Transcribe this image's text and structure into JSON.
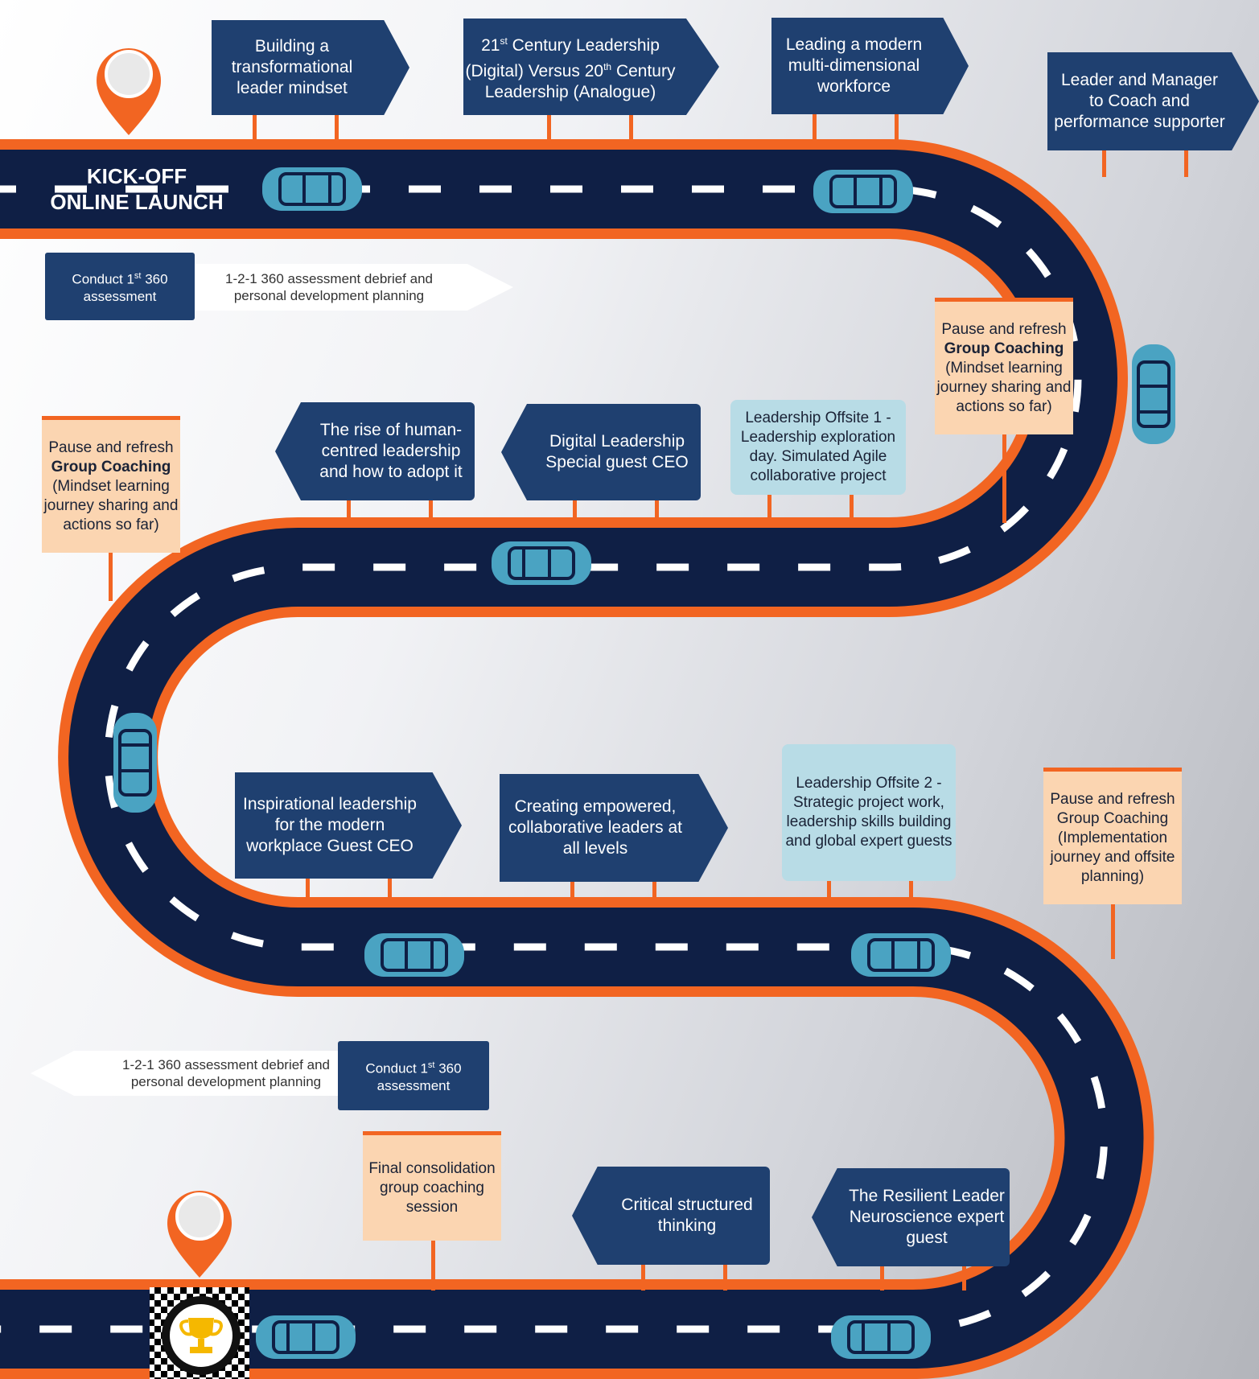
{
  "start": {
    "line1": "KICK-OFF",
    "line2": "ONLINE LAUNCH"
  },
  "row1_signs": [
    "Building a\ntransformational\nleader mindset",
    "21st Century Leadership\n(Digital) Versus 20th Century\nLeadership (Analogue)",
    "Leading a modern\nmulti-dimensional\nworkforce",
    "Leader and Manager\nto Coach and\nperformance supporter"
  ],
  "assess_top": {
    "box_prefix": "Conduct 1",
    "box_sup": "st",
    "box_suffix": " 360",
    "box_line2": "assessment",
    "debrief": "1-2-1 360 assessment debrief and\npersonal development planning"
  },
  "pause1": {
    "line1": "Pause and refresh",
    "bold": "Group Coaching",
    "rest": "(Mindset learning\njourney sharing and\nactions so far)"
  },
  "row2_offsite": "Leadership Offsite 1 -\nLeadership exploration\nday. Simulated Agile\ncollaborative project",
  "row2_signs": [
    "Digital Leadership\nSpecial guest CEO",
    "The rise of human-\ncentred leadership\nand how to adopt it"
  ],
  "pause2": {
    "line1": "Pause and refresh",
    "bold": "Group Coaching",
    "rest": "(Mindset learning\njourney sharing and\nactions so far)"
  },
  "row3_signs": [
    "Inspirational leadership\nfor the modern\nworkplace Guest CEO",
    "Creating empowered,\ncollaborative leaders at\nall levels"
  ],
  "row3_offsite": "Leadership Offsite 2 -\nStrategic project work,\nleadership skills building\nand global expert guests",
  "pause3": "Pause and refresh\nGroup Coaching\n(Implementation\njourney and offsite\nplanning)",
  "assess_bottom": {
    "box_prefix": "Conduct 1",
    "box_sup": "st",
    "box_suffix": " 360",
    "box_line2": "assessment",
    "debrief": "1-2-1 360 assessment debrief and\npersonal development planning"
  },
  "final": "Final consolidation\ngroup coaching\nsession",
  "row4_signs": [
    "Critical structured\nthinking",
    "The Resilient Leader\nNeuroscience expert\nguest"
  ],
  "colors": {
    "navy": "#1f4070",
    "road": "#0f1f45",
    "orange": "#f26522",
    "peach": "#fbd5b1",
    "pale_blue": "#b8dce6",
    "car": "#4aa3c2"
  }
}
